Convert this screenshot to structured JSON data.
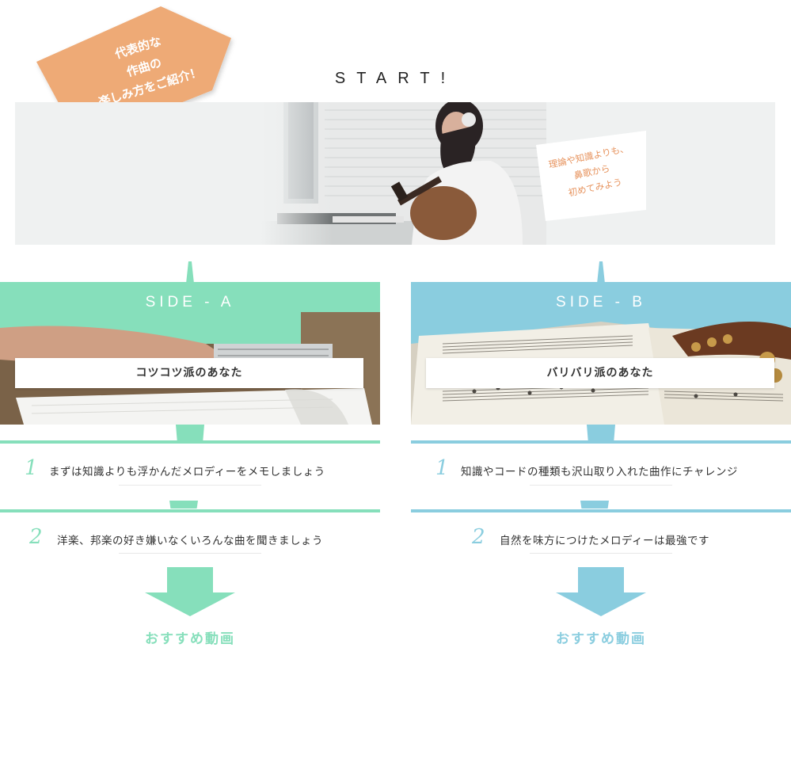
{
  "start": {
    "title": "START!"
  },
  "bubble": {
    "lines": [
      "代表的な",
      "作曲の",
      "楽しみ方をご紹介！"
    ]
  },
  "hero": {
    "note_lines": [
      "理論や知識よりも、",
      "鼻歌から",
      "初めてみよう"
    ]
  },
  "colors": {
    "side_a": "#86dfbb",
    "side_b": "#8acddf",
    "bubble": "#eeaa76",
    "hero_note_text": "#e7945f"
  },
  "side_a": {
    "label": "SIDE - A",
    "subtitle": "コツコツ派のあなた",
    "steps": [
      {
        "num": "1",
        "text": "まずは知識よりも浮かんだメロディーをメモしましょう"
      },
      {
        "num": "2",
        "text": "洋楽、邦楽の好き嫌いなくいろんな曲を聞きましょう"
      }
    ],
    "recommend": "おすすめ動画"
  },
  "side_b": {
    "label": "SIDE - B",
    "subtitle": "バリバリ派のあなた",
    "steps": [
      {
        "num": "1",
        "text": "知識やコードの種類も沢山取り入れた曲作にチャレンジ"
      },
      {
        "num": "2",
        "text": "自然を味方につけたメロディーは最強です"
      }
    ],
    "recommend": "おすすめ動画"
  },
  "icons": {
    "down_arrow": "down-arrow-icon"
  }
}
